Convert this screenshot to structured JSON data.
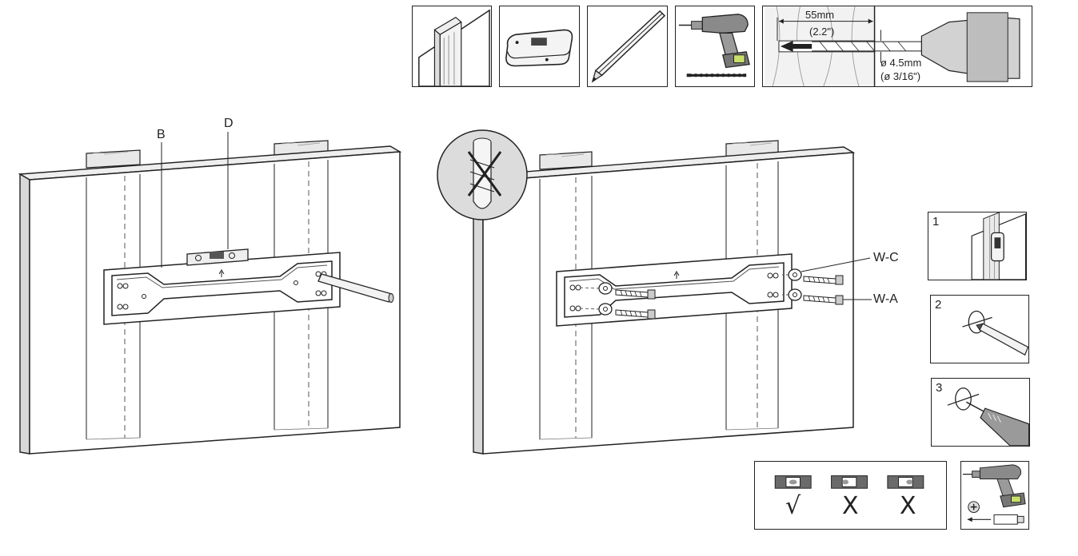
{
  "labels": {
    "bracket_part": "B",
    "level_part": "D",
    "washer_c": "W-C",
    "washer_a": "W-A"
  },
  "drill_spec": {
    "depth_mm": "55mm",
    "depth_in": "(2.2\")",
    "diameter_mm": "ø 4.5mm",
    "diameter_in": "(ø 3/16\")"
  },
  "steps": [
    "1",
    "2",
    "3"
  ],
  "level_check": {
    "correct": "√",
    "wrong_1": "X",
    "wrong_2": "X"
  },
  "colors": {
    "line": "#222222",
    "wood": "#e8e8e8",
    "drill_grey": "#8a8a8a",
    "shade": "#d6d6d6"
  }
}
